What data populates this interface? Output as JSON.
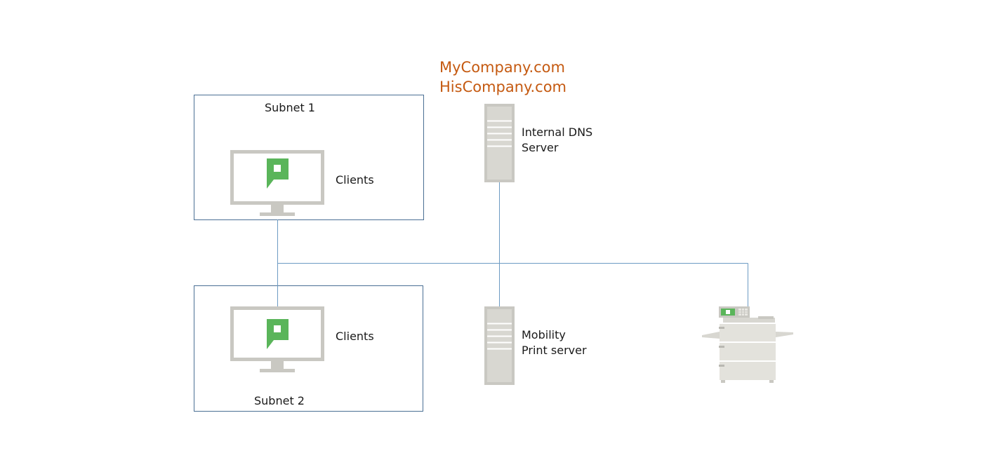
{
  "colors": {
    "connector": "#6d9bc3",
    "subnet_border": "#4a6f94",
    "device_gray": "#c9c8c2",
    "device_fill": "#d8d7d1",
    "brand_green": "#5ab55a",
    "domain_text": "#c55a11"
  },
  "domains": {
    "line1": "MyCompany.com",
    "line2": "HisCompany.com"
  },
  "subnet1": {
    "label": "Subnet 1",
    "clients_label": "Clients"
  },
  "subnet2": {
    "label": "Subnet 2",
    "clients_label": "Clients"
  },
  "dns_server": {
    "line1": "Internal DNS",
    "line2": "Server"
  },
  "print_server": {
    "line1": "Mobility",
    "line2": "Print server"
  },
  "icons": {
    "client": "monitor-icon",
    "logo": "papercut-logo-icon",
    "server": "server-icon",
    "printer": "printer-icon"
  }
}
